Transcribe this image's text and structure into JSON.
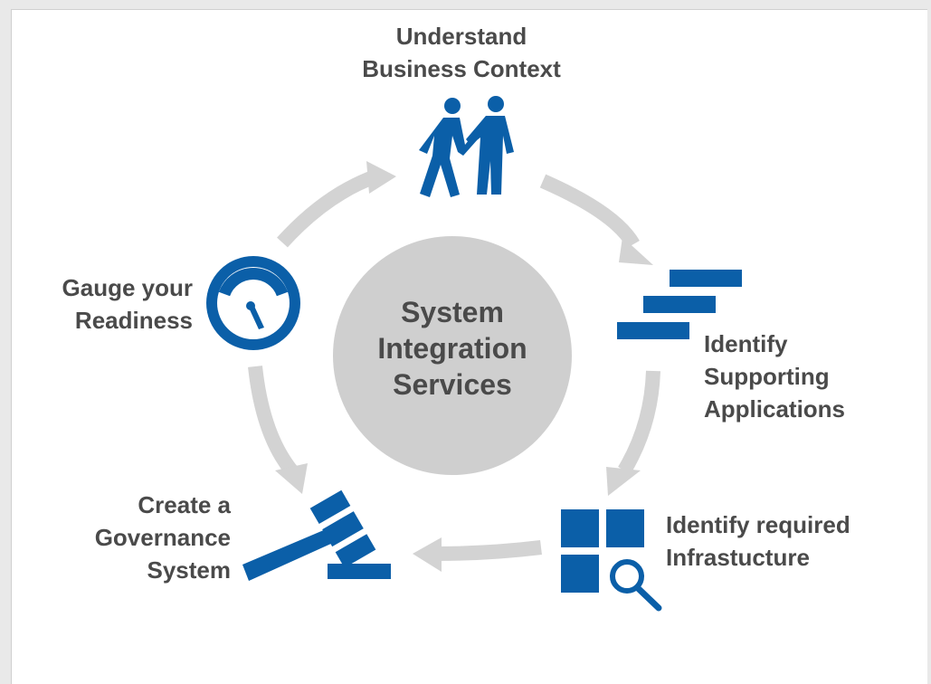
{
  "colors": {
    "accent_blue": "#0b5fa8",
    "arrow_gray": "#d3d3d3",
    "circle_gray": "#cfcfcf",
    "text_gray": "#4a4a4a"
  },
  "center": {
    "lines": [
      "System",
      "Integration",
      "Services"
    ]
  },
  "steps": [
    {
      "icon": "handshake-people-icon",
      "lines": [
        "Understand",
        "Business Context"
      ]
    },
    {
      "icon": "stacked-bars-icon",
      "lines": [
        "Identify",
        "Supporting",
        "Applications"
      ]
    },
    {
      "icon": "grid-magnifier-icon",
      "lines": [
        "Identify required",
        "Infrastucture"
      ]
    },
    {
      "icon": "gavel-icon",
      "lines": [
        "Create a",
        "Governance",
        "System"
      ]
    },
    {
      "icon": "gauge-icon",
      "lines": [
        "Gauge your",
        "Readiness"
      ]
    }
  ]
}
